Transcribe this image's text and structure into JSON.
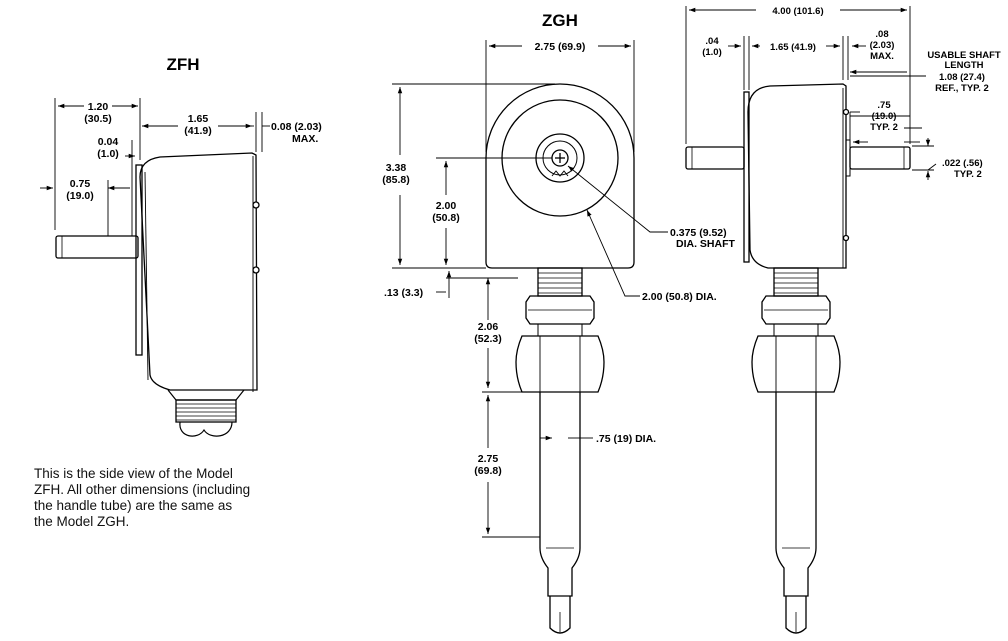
{
  "views": {
    "zfh": {
      "title": "ZFH",
      "dims": {
        "d120": "1.20",
        "d305": "(30.5)",
        "d004": "0.04",
        "d10": "(1.0)",
        "d075": "0.75",
        "d190": "(19.0)",
        "d165": "1.65",
        "d419": "(41.9)",
        "d008": "0.08  (2.03)",
        "max": "MAX."
      }
    },
    "zgh": {
      "title": "ZGH",
      "dims": {
        "width": "2.75  (69.9)",
        "h338": "3.38",
        "h858": "(85.8)",
        "h200": "2.00",
        "h508": "(50.8)",
        "h013": ".13  (3.3)",
        "shaft1": "0.375  (9.52)",
        "shaft2": "DIA. SHAFT",
        "circle": "2.00  (50.8)  DIA.",
        "h206": "2.06",
        "h523": "(52.3)",
        "tube": ".75  (19)  DIA.",
        "h275": "2.75",
        "h698": "(69.8)"
      }
    },
    "side": {
      "dims": {
        "total": "4.00  (101.6)",
        "d04": ".04",
        "d10": "(1.0)",
        "d165": "1.65  (41.9)",
        "d08": ".08",
        "d203": "(2.03)",
        "max": "MAX.",
        "usable1": "USABLE SHAFT",
        "usable2": "LENGTH",
        "usable3": "1.08  (27.4)",
        "usable4": "REF., TYP. 2",
        "d75": ".75",
        "d190": "(19.0)",
        "typ2a": "TYP. 2",
        "d022": ".022  (.56)",
        "typ2b": "TYP. 2"
      }
    }
  },
  "caption": [
    "This is the side view of the Model",
    "ZFH. All other dimensions (including",
    "the handle tube) are the same as",
    "the Model ZGH."
  ]
}
